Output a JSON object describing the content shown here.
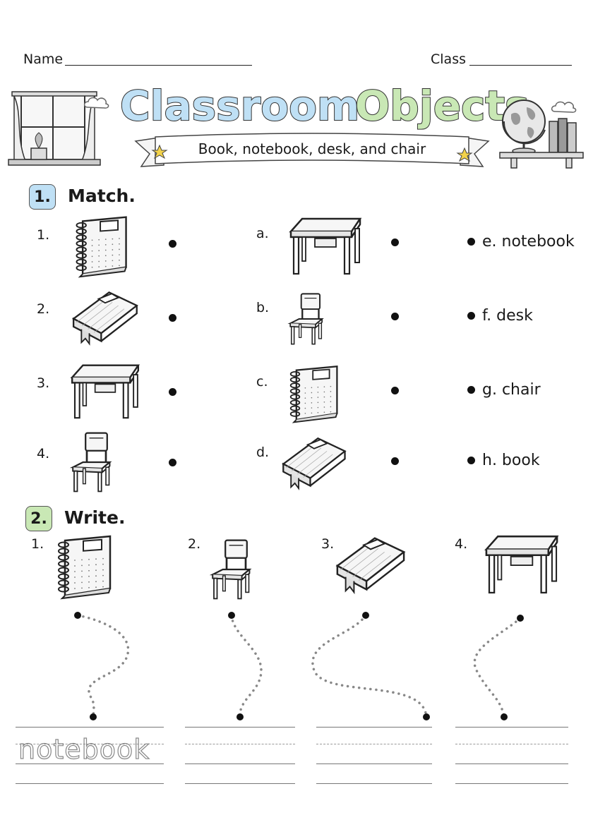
{
  "header": {
    "name_label": "Name",
    "class_label": "Class",
    "title": "Classroom Objects",
    "title_part1": "Classroom",
    "title_part2": "Objects",
    "subtitle": "Book, notebook, desk, and chair"
  },
  "section1": {
    "number": "1.",
    "title": "Match.",
    "left_numbers": [
      "1.",
      "2.",
      "3.",
      "4."
    ],
    "left_pictures": [
      "notebook-icon",
      "book-icon",
      "desk-icon",
      "chair-icon"
    ],
    "middle_letters": [
      "a.",
      "b.",
      "c.",
      "d."
    ],
    "middle_pictures": [
      "desk-icon",
      "chair-icon",
      "notebook-icon",
      "book-icon"
    ],
    "words": [
      "e. notebook",
      "f. desk",
      "g. chair",
      "h. book"
    ]
  },
  "section2": {
    "number": "2.",
    "title": "Write.",
    "numbers": [
      "1.",
      "2.",
      "3.",
      "4."
    ],
    "pictures": [
      "notebook-icon",
      "chair-icon",
      "book-icon",
      "desk-icon"
    ],
    "example_word": "notebook"
  },
  "colors": {
    "title_blue": "#bfe0f5",
    "title_green": "#c9e8b5",
    "section1_badge": "#bfe0f5",
    "section2_badge": "#c9e8b5",
    "star": "#f3d34a"
  }
}
